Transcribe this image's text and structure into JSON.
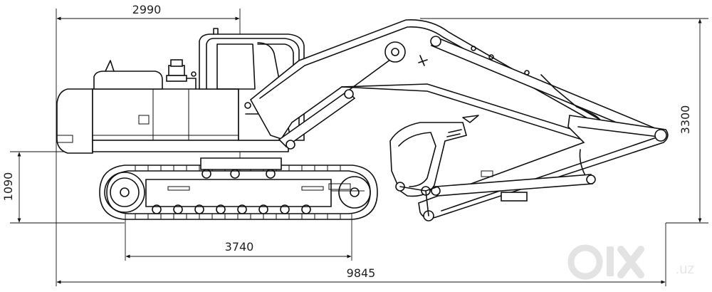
{
  "dimensions": {
    "rear_to_center": "2990",
    "overall_height": "3300",
    "ground_clearance": "1090",
    "track_length": "3740",
    "overall_length": "9845"
  },
  "watermark": {
    "text": "olx.uz"
  },
  "colors": {
    "line": "#111111",
    "watermark": "#e6e6e6",
    "background": "#ffffff"
  }
}
